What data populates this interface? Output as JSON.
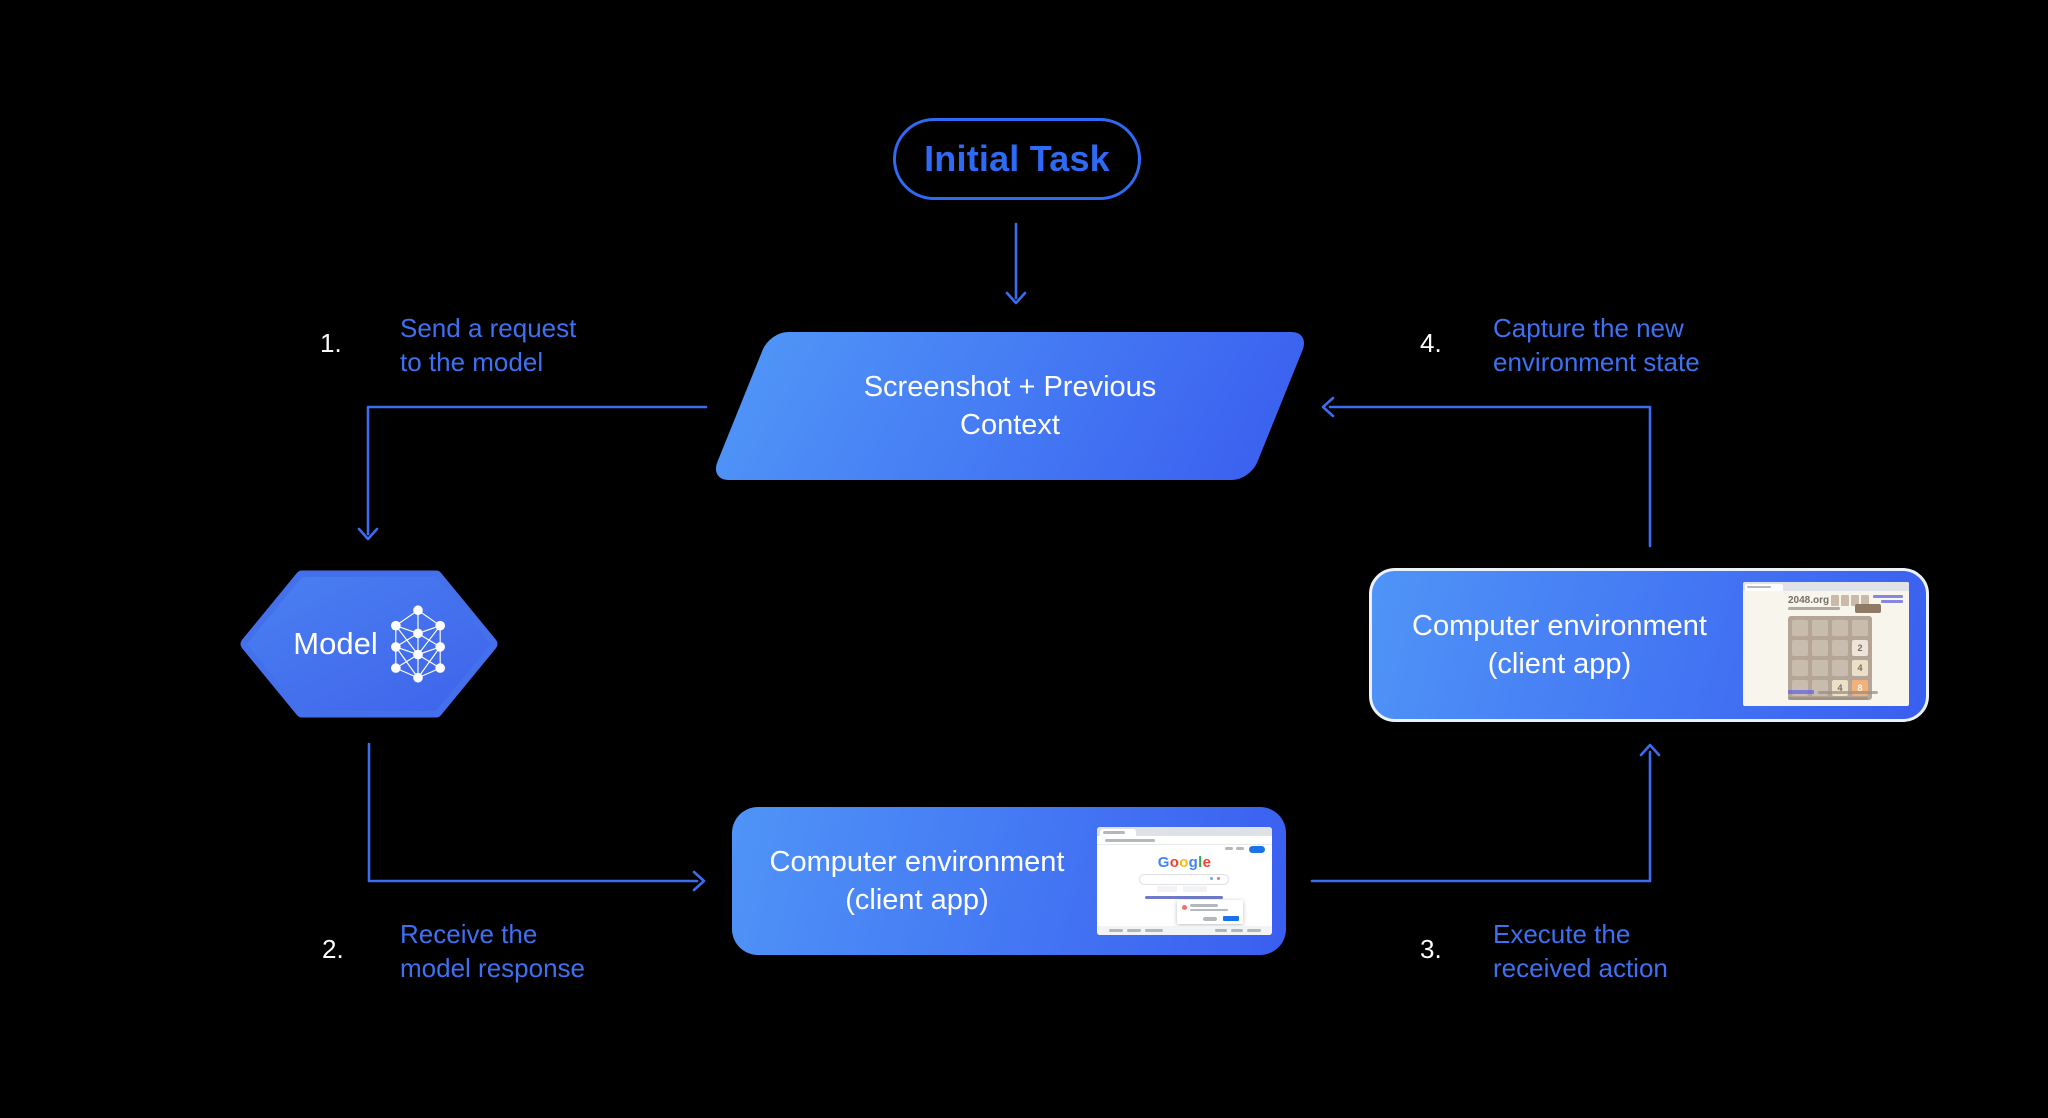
{
  "diagram": {
    "initial_task": {
      "label": "Initial Task"
    },
    "context": {
      "line1": "Screenshot + Previous",
      "line2": "Context"
    },
    "model": {
      "label": "Model"
    },
    "env_bottom": {
      "line1": "Computer environment",
      "line2": "(client app)"
    },
    "env_right": {
      "line1": "Computer environment",
      "line2": "(client app)"
    },
    "steps": [
      {
        "num": "1.",
        "line1": "Send a request",
        "line2": "to the model"
      },
      {
        "num": "2.",
        "line1": "Receive the",
        "line2": "model response"
      },
      {
        "num": "3.",
        "line1": "Execute the",
        "line2": "received action"
      },
      {
        "num": "4.",
        "line1": "Capture the new",
        "line2": "environment state"
      }
    ],
    "google": {
      "logo": [
        {
          "ch": "G"
        },
        {
          "ch": "o"
        },
        {
          "ch": "o"
        },
        {
          "ch": "g"
        },
        {
          "ch": "l"
        },
        {
          "ch": "e"
        }
      ]
    },
    "game": {
      "site": "2048.org",
      "tiles": [
        {
          "value": "2"
        },
        {
          "value": "4"
        },
        {
          "value": "4"
        },
        {
          "value": "8"
        }
      ]
    },
    "colors": {
      "background": "#000000",
      "connector_blue": "#3c6cf0",
      "label_blue": "#3e70f2",
      "pill_blue": "#2e6af3",
      "shape_gradient_light": "#4f94f7",
      "shape_gradient_dark": "#3a5ef0",
      "google_button_blue": "#1a73e8",
      "tile8_orange": "#f2b179"
    }
  }
}
